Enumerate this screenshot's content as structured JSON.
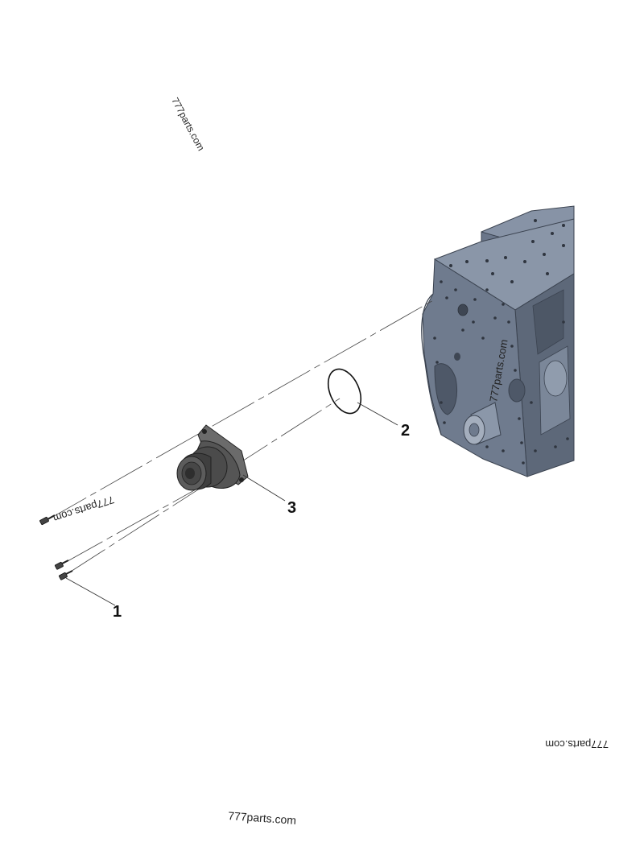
{
  "callouts": [
    {
      "id": "1",
      "label": "1"
    },
    {
      "id": "2",
      "label": "2"
    },
    {
      "id": "3",
      "label": "3"
    }
  ],
  "watermarks": [
    {
      "id": "wm-top",
      "text": "777parts.com"
    },
    {
      "id": "wm-block",
      "text": "777parts.com"
    },
    {
      "id": "wm-left",
      "text": "777parts.com"
    },
    {
      "id": "wm-right",
      "text": "777parts.com"
    },
    {
      "id": "wm-bottom",
      "text": "777parts.com"
    }
  ],
  "colors": {
    "block_face": "#6e7a8d",
    "block_top": "#8a96a8",
    "block_shadow": "#4f596a",
    "pump_body": "#4a4a4a",
    "leader": "#333333"
  }
}
